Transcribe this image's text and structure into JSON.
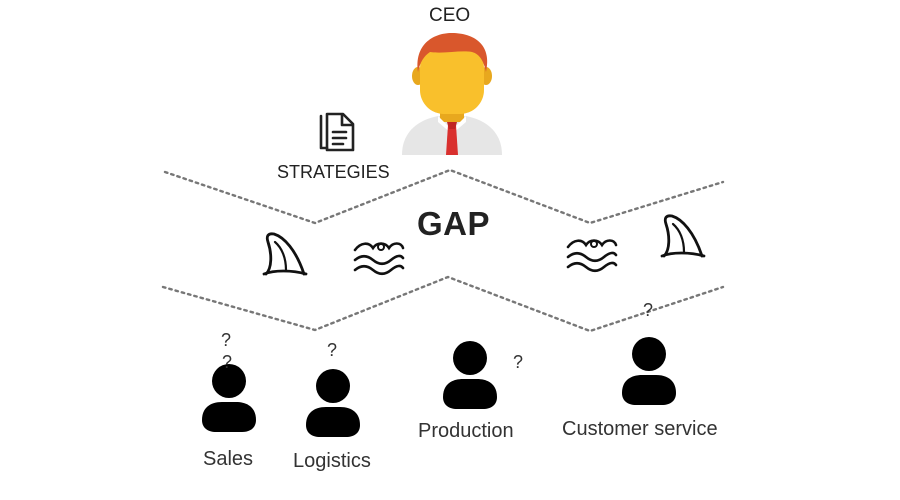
{
  "ceo": {
    "label": "CEO"
  },
  "strategies": {
    "label": "STRATEGIES"
  },
  "gap": {
    "label": "GAP"
  },
  "departments": [
    {
      "id": "sales",
      "label": "Sales"
    },
    {
      "id": "logistics",
      "label": "Logistics"
    },
    {
      "id": "production",
      "label": "Production"
    },
    {
      "id": "customer-service",
      "label": "Customer service"
    }
  ],
  "question_mark": "?",
  "icons": {
    "ceo": "businessman-avatar-icon",
    "strategies": "document-icon",
    "shark_fin": "shark-fin-icon",
    "waves": "waves-icon",
    "employee": "person-silhouette-icon"
  },
  "colors": {
    "skin": "#F9C02C",
    "hair": "#D9572C",
    "shirt": "#E8E8E8",
    "tie": "#D9302E",
    "silhouette": "#000000",
    "dotted_line": "#777777"
  }
}
